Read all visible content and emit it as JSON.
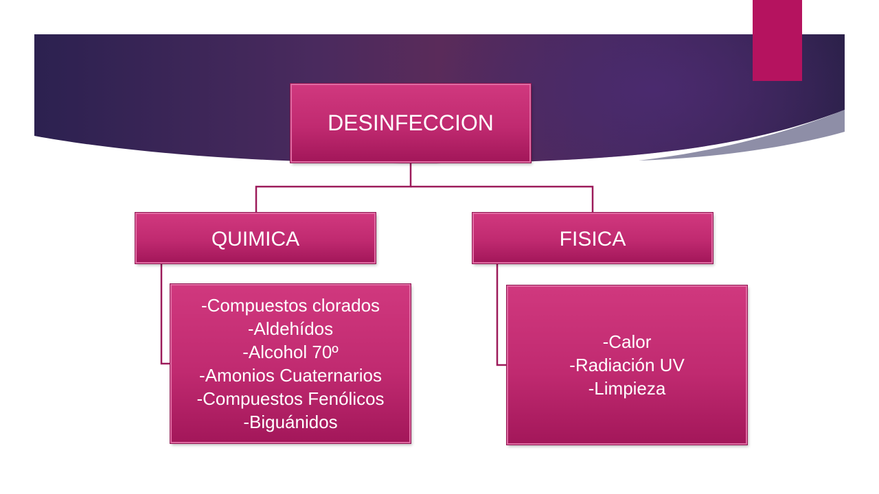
{
  "diagram": {
    "root": {
      "label": "DESINFECCION"
    },
    "branches": [
      {
        "label": "QUIMICA",
        "items": [
          "-Compuestos clorados",
          "-Aldehídos",
          "-Alcohol 70º",
          "-Amonios Cuaternarios",
          "-Compuestos Fenólicos",
          "-Biguánidos"
        ]
      },
      {
        "label": "FISICA",
        "items": [
          "-Calor",
          "-Radiación UV",
          "-Limpieza"
        ]
      }
    ]
  },
  "colors": {
    "box_fill": "#c02a70",
    "box_border": "#e06aa2",
    "connector": "#9c1a5a",
    "accent_bar": "#b5135f",
    "banner": "#4a2a5e"
  }
}
